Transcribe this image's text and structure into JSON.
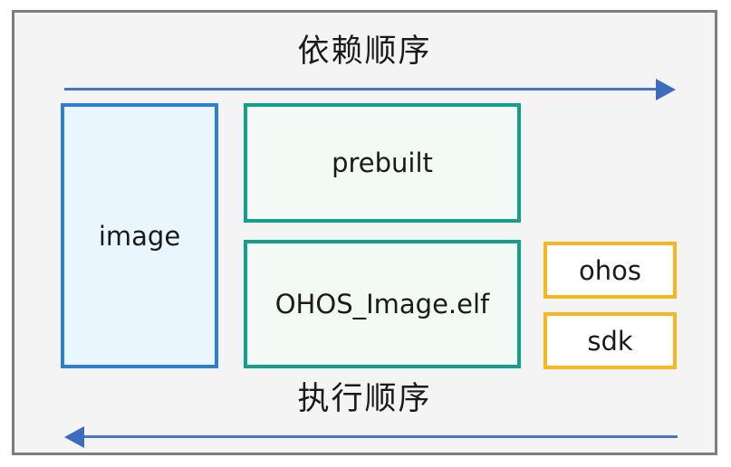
{
  "diagram": {
    "title_top": "依赖顺序",
    "title_bottom": "执行顺序",
    "frame": {
      "border_color": "#7d7d7d",
      "background": "#f4f4f4"
    },
    "arrows": [
      {
        "name": "dependency-order-arrow",
        "direction": "right",
        "label": "依赖顺序",
        "color": "#4a74c4"
      },
      {
        "name": "execution-order-arrow",
        "direction": "left",
        "label": "执行顺序",
        "color": "#4a74c4"
      }
    ],
    "boxes": [
      {
        "id": "image",
        "label": "image",
        "border_color": "#2e7fd4",
        "fill_color": "#eaf6fd"
      },
      {
        "id": "prebuilt",
        "label": "prebuilt",
        "border_color": "#12a08a",
        "fill_color": "#f3faf5"
      },
      {
        "id": "ohos_image_elf",
        "label": "OHOS_Image.elf",
        "border_color": "#12a08a",
        "fill_color": "#f3faf5"
      },
      {
        "id": "ohos",
        "label": "ohos",
        "border_color": "#f5b820",
        "fill_color": "#ffffff"
      },
      {
        "id": "sdk",
        "label": "sdk",
        "border_color": "#f5b820",
        "fill_color": "#ffffff"
      }
    ]
  }
}
